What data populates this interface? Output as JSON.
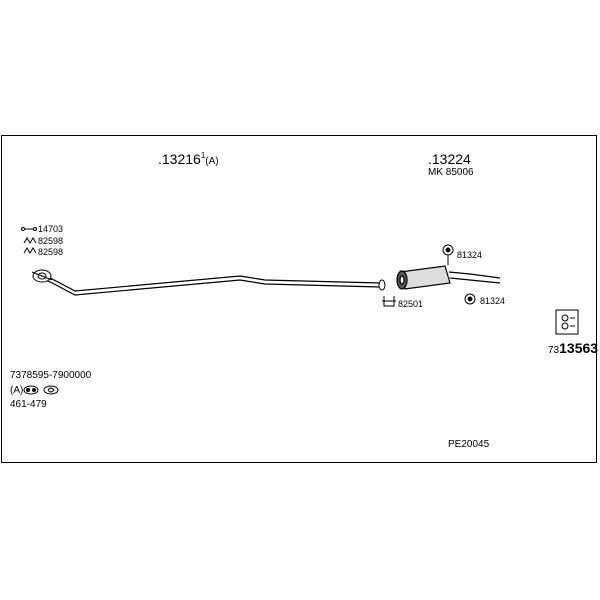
{
  "assembly": {
    "front_pipe": {
      "number": ".13216",
      "superscript": "1",
      "suffix": "(A)"
    },
    "rear_silencer": {
      "number": ".13224",
      "kit": "MK 85006"
    }
  },
  "parts": {
    "gasket": "14703",
    "spring_1": "82598",
    "spring_2": "82598",
    "clamp": "82501",
    "rubber_mount_1": "81324",
    "rubber_mount_2": "81324",
    "fitting_kit_prefix": "73",
    "fitting_kit_number": "13563"
  },
  "notes": {
    "vin_range": "7378595-7900000",
    "note_marker": "(A)",
    "range": "461-479"
  },
  "drawing_id": "PE20045",
  "icons": [
    "gasket-icon",
    "spring-icon",
    "clamp-icon",
    "rubber-mount-icon",
    "fitting-kit-icon",
    "car-icon",
    "silencer-icon"
  ]
}
